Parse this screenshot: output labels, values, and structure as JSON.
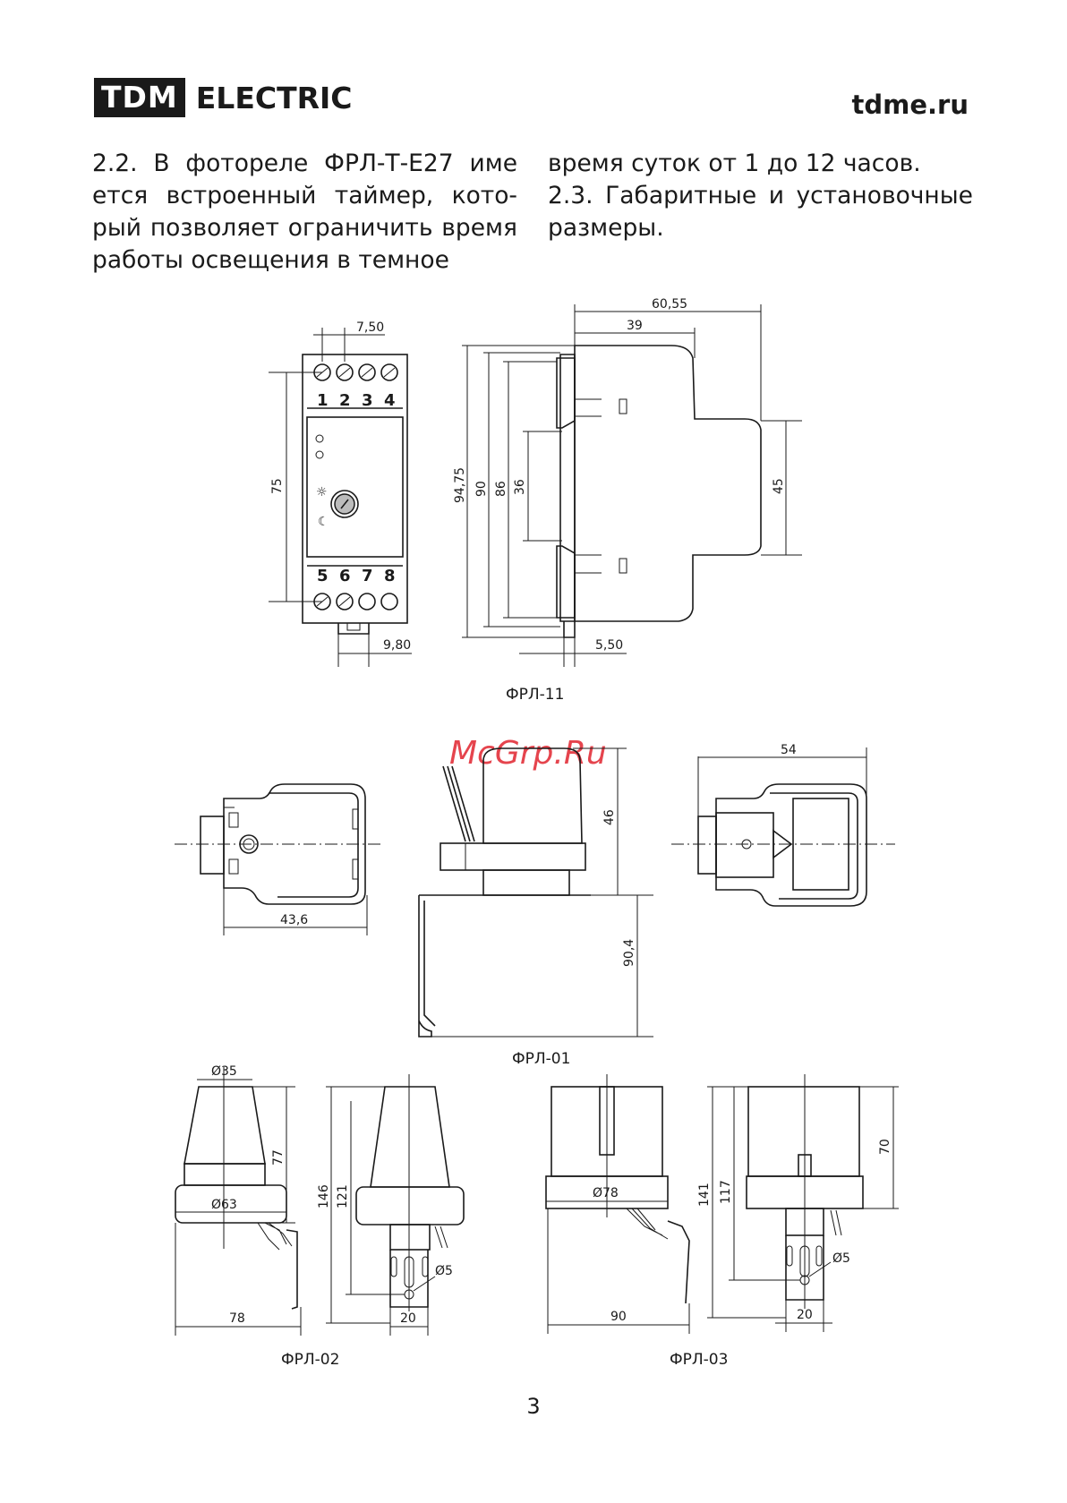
{
  "header": {
    "logo_box": "TDM",
    "logo_word": "ELECTRIC",
    "site": "tdme.ru"
  },
  "text": {
    "col1": "2.2. В фотореле ФРЛ-Т-Е27 име ется встроенный таймер, кото-рый позволяет ограничить время работы освещения в темное",
    "col2_line1": "время суток от 1 до 12 часов.",
    "col2_line2": "2.3. Габаритные и установочные размеры."
  },
  "frl11": {
    "caption": "ФРЛ-11",
    "terminals_top": [
      "1",
      "2",
      "3",
      "4"
    ],
    "terminals_bottom": [
      "5",
      "6",
      "7",
      "8"
    ],
    "dims": {
      "d7_50": "7,50",
      "d75": "75",
      "d9_80": "9,80",
      "d60_55": "60,55",
      "d39": "39",
      "d94_75": "94,75",
      "d90": "90",
      "d86": "86",
      "d36": "36",
      "d45": "45",
      "d5_50": "5,50"
    }
  },
  "frl01": {
    "caption": "ФРЛ-01",
    "dims": {
      "d43_6": "43,6",
      "d46": "46",
      "d90_4": "90,4",
      "d54": "54"
    }
  },
  "frl02": {
    "caption": "ФРЛ-02",
    "dims": {
      "d35": "Ø35",
      "d63": "Ø63",
      "d77": "77",
      "d146": "146",
      "d121": "121",
      "d78": "78",
      "d20": "20",
      "d5": "Ø5"
    }
  },
  "frl03": {
    "caption": "ФРЛ-03",
    "dims": {
      "d78": "Ø78",
      "d141": "141",
      "d117": "117",
      "d70": "70",
      "d90": "90",
      "d20": "20",
      "d5": "Ø5"
    }
  },
  "watermark": "McGrp.Ru",
  "page_number": "3"
}
